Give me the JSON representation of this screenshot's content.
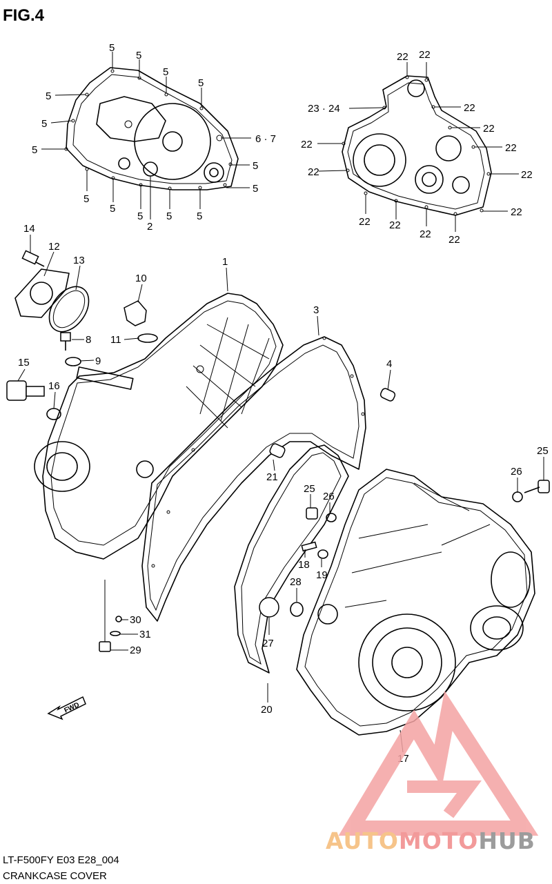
{
  "figure": {
    "title": "FIG.4",
    "code": "LT-F500FY E03 E28_004",
    "name": "CRANKCASE COVER"
  },
  "direction_arrow": "FWD",
  "watermark": {
    "brand_auto": "AUTO",
    "brand_moto": "MOTO",
    "brand_hub": "HUB",
    "colors": {
      "triangle": "#f4a3a3",
      "auto": "#f6c48a",
      "moto": "#f29a9a",
      "hub": "#9c9c9c"
    }
  },
  "callouts": {
    "c5": "5",
    "c2": "2",
    "c67": "6 · 7",
    "c22": "22",
    "c2324": "23 · 24",
    "c1": "1",
    "c3": "3",
    "c4": "4",
    "c8": "8",
    "c9": "9",
    "c10": "10",
    "c11": "11",
    "c12": "12",
    "c13": "13",
    "c14": "14",
    "c15": "15",
    "c16": "16",
    "c17": "17",
    "c18": "18",
    "c19": "19",
    "c20": "20",
    "c21": "21",
    "c25": "25",
    "c26": "26",
    "c27": "27",
    "c28": "28",
    "c29": "29",
    "c30": "30",
    "c31": "31"
  }
}
